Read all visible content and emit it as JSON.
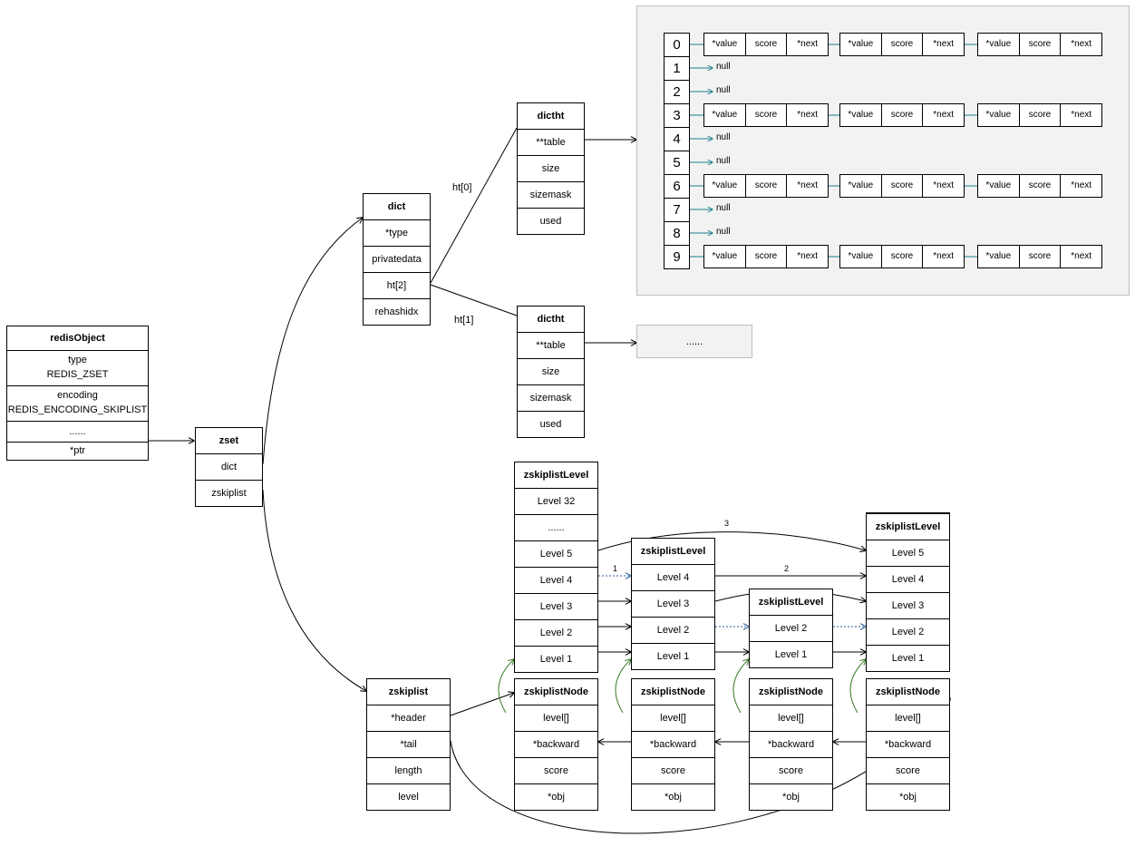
{
  "redis_object": {
    "title": "redisObject",
    "type_label": "type",
    "type_value": "REDIS_ZSET",
    "encoding_label": "encoding",
    "encoding_value": "REDIS_ENCODING_SKIPLIST",
    "ellipsis": "......",
    "ptr": "*ptr"
  },
  "zset": {
    "title": "zset",
    "fields": [
      "dict",
      "zskiplist"
    ]
  },
  "dict": {
    "title": "dict",
    "fields": [
      "*type",
      "privatedata",
      "ht[2]",
      "rehashidx"
    ]
  },
  "dictht_0": {
    "edge_label": "ht[0]",
    "title": "dictht",
    "fields": [
      "**table",
      "size",
      "sizemask",
      "used"
    ]
  },
  "dictht_1": {
    "edge_label": "ht[1]",
    "title": "dictht",
    "fields": [
      "**table",
      "size",
      "sizemask",
      "used"
    ],
    "table_placeholder": "......"
  },
  "hash_table": {
    "buckets": [
      "0",
      "1",
      "2",
      "3",
      "4",
      "5",
      "6",
      "7",
      "8",
      "9"
    ],
    "null_label": "null",
    "entry_fields": [
      "*value",
      "score",
      "*next"
    ],
    "filled_buckets": [
      "0",
      "3",
      "6",
      "9"
    ],
    "entries_per_bucket": 3,
    "arrow_color": "#1a7f8e"
  },
  "zskiplist": {
    "title": "zskiplist",
    "fields": [
      "*header",
      "*tail",
      "length",
      "level"
    ]
  },
  "levels": {
    "header": {
      "title": "zskiplistLevel",
      "fields": [
        "Level 32",
        "......",
        "Level 5",
        "Level 4",
        "Level 3",
        "Level 2",
        "Level 1"
      ]
    },
    "node_b": {
      "title": "zskiplistLevel",
      "fields": [
        "Level 4",
        "Level 3",
        "Level 2",
        "Level 1"
      ]
    },
    "node_c": {
      "title": "zskiplistLevel",
      "fields": [
        "Level 2",
        "Level 1"
      ]
    },
    "node_d": {
      "title": "zskiplistLevel",
      "fields": [
        "Level 5",
        "Level 4",
        "Level 3",
        "Level 2",
        "Level 1"
      ]
    }
  },
  "skiplist_nodes": {
    "title": "zskiplistNode",
    "fields": [
      "level[]",
      "*backward",
      "score",
      "*obj"
    ]
  },
  "span_labels": {
    "span_1": "1",
    "span_2": "2",
    "span_3": "3"
  },
  "colors": {
    "panel_fill": "#f2f2f2",
    "level_link": "#3a7a2a",
    "dotted_link": "#2b5c9e",
    "entry_link": "#1a7f8e"
  }
}
